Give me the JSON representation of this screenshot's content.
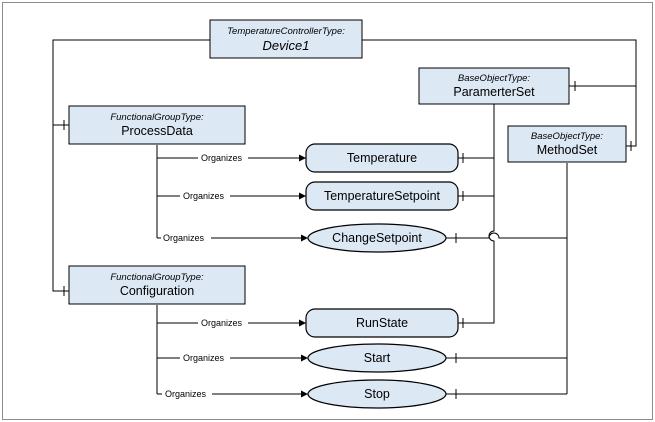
{
  "device": {
    "type": "TemperatureControllerType:",
    "name": "Device1"
  },
  "groups": {
    "process_data": {
      "type": "FunctionalGroupType:",
      "name": "ProcessData"
    },
    "configuration": {
      "type": "FunctionalGroupType:",
      "name": "Configuration"
    },
    "parameter_set": {
      "type": "BaseObjectType:",
      "name": "ParamerterSet"
    },
    "method_set": {
      "type": "BaseObjectType:",
      "name": "MethodSet"
    }
  },
  "variables": {
    "temperature": "Temperature",
    "temperature_setpoint": "TemperatureSetpoint",
    "run_state": "RunState"
  },
  "methods": {
    "change_setpoint": "ChangeSetpoint",
    "start": "Start",
    "stop": "Stop"
  },
  "references": {
    "organizes": "Organizes"
  }
}
